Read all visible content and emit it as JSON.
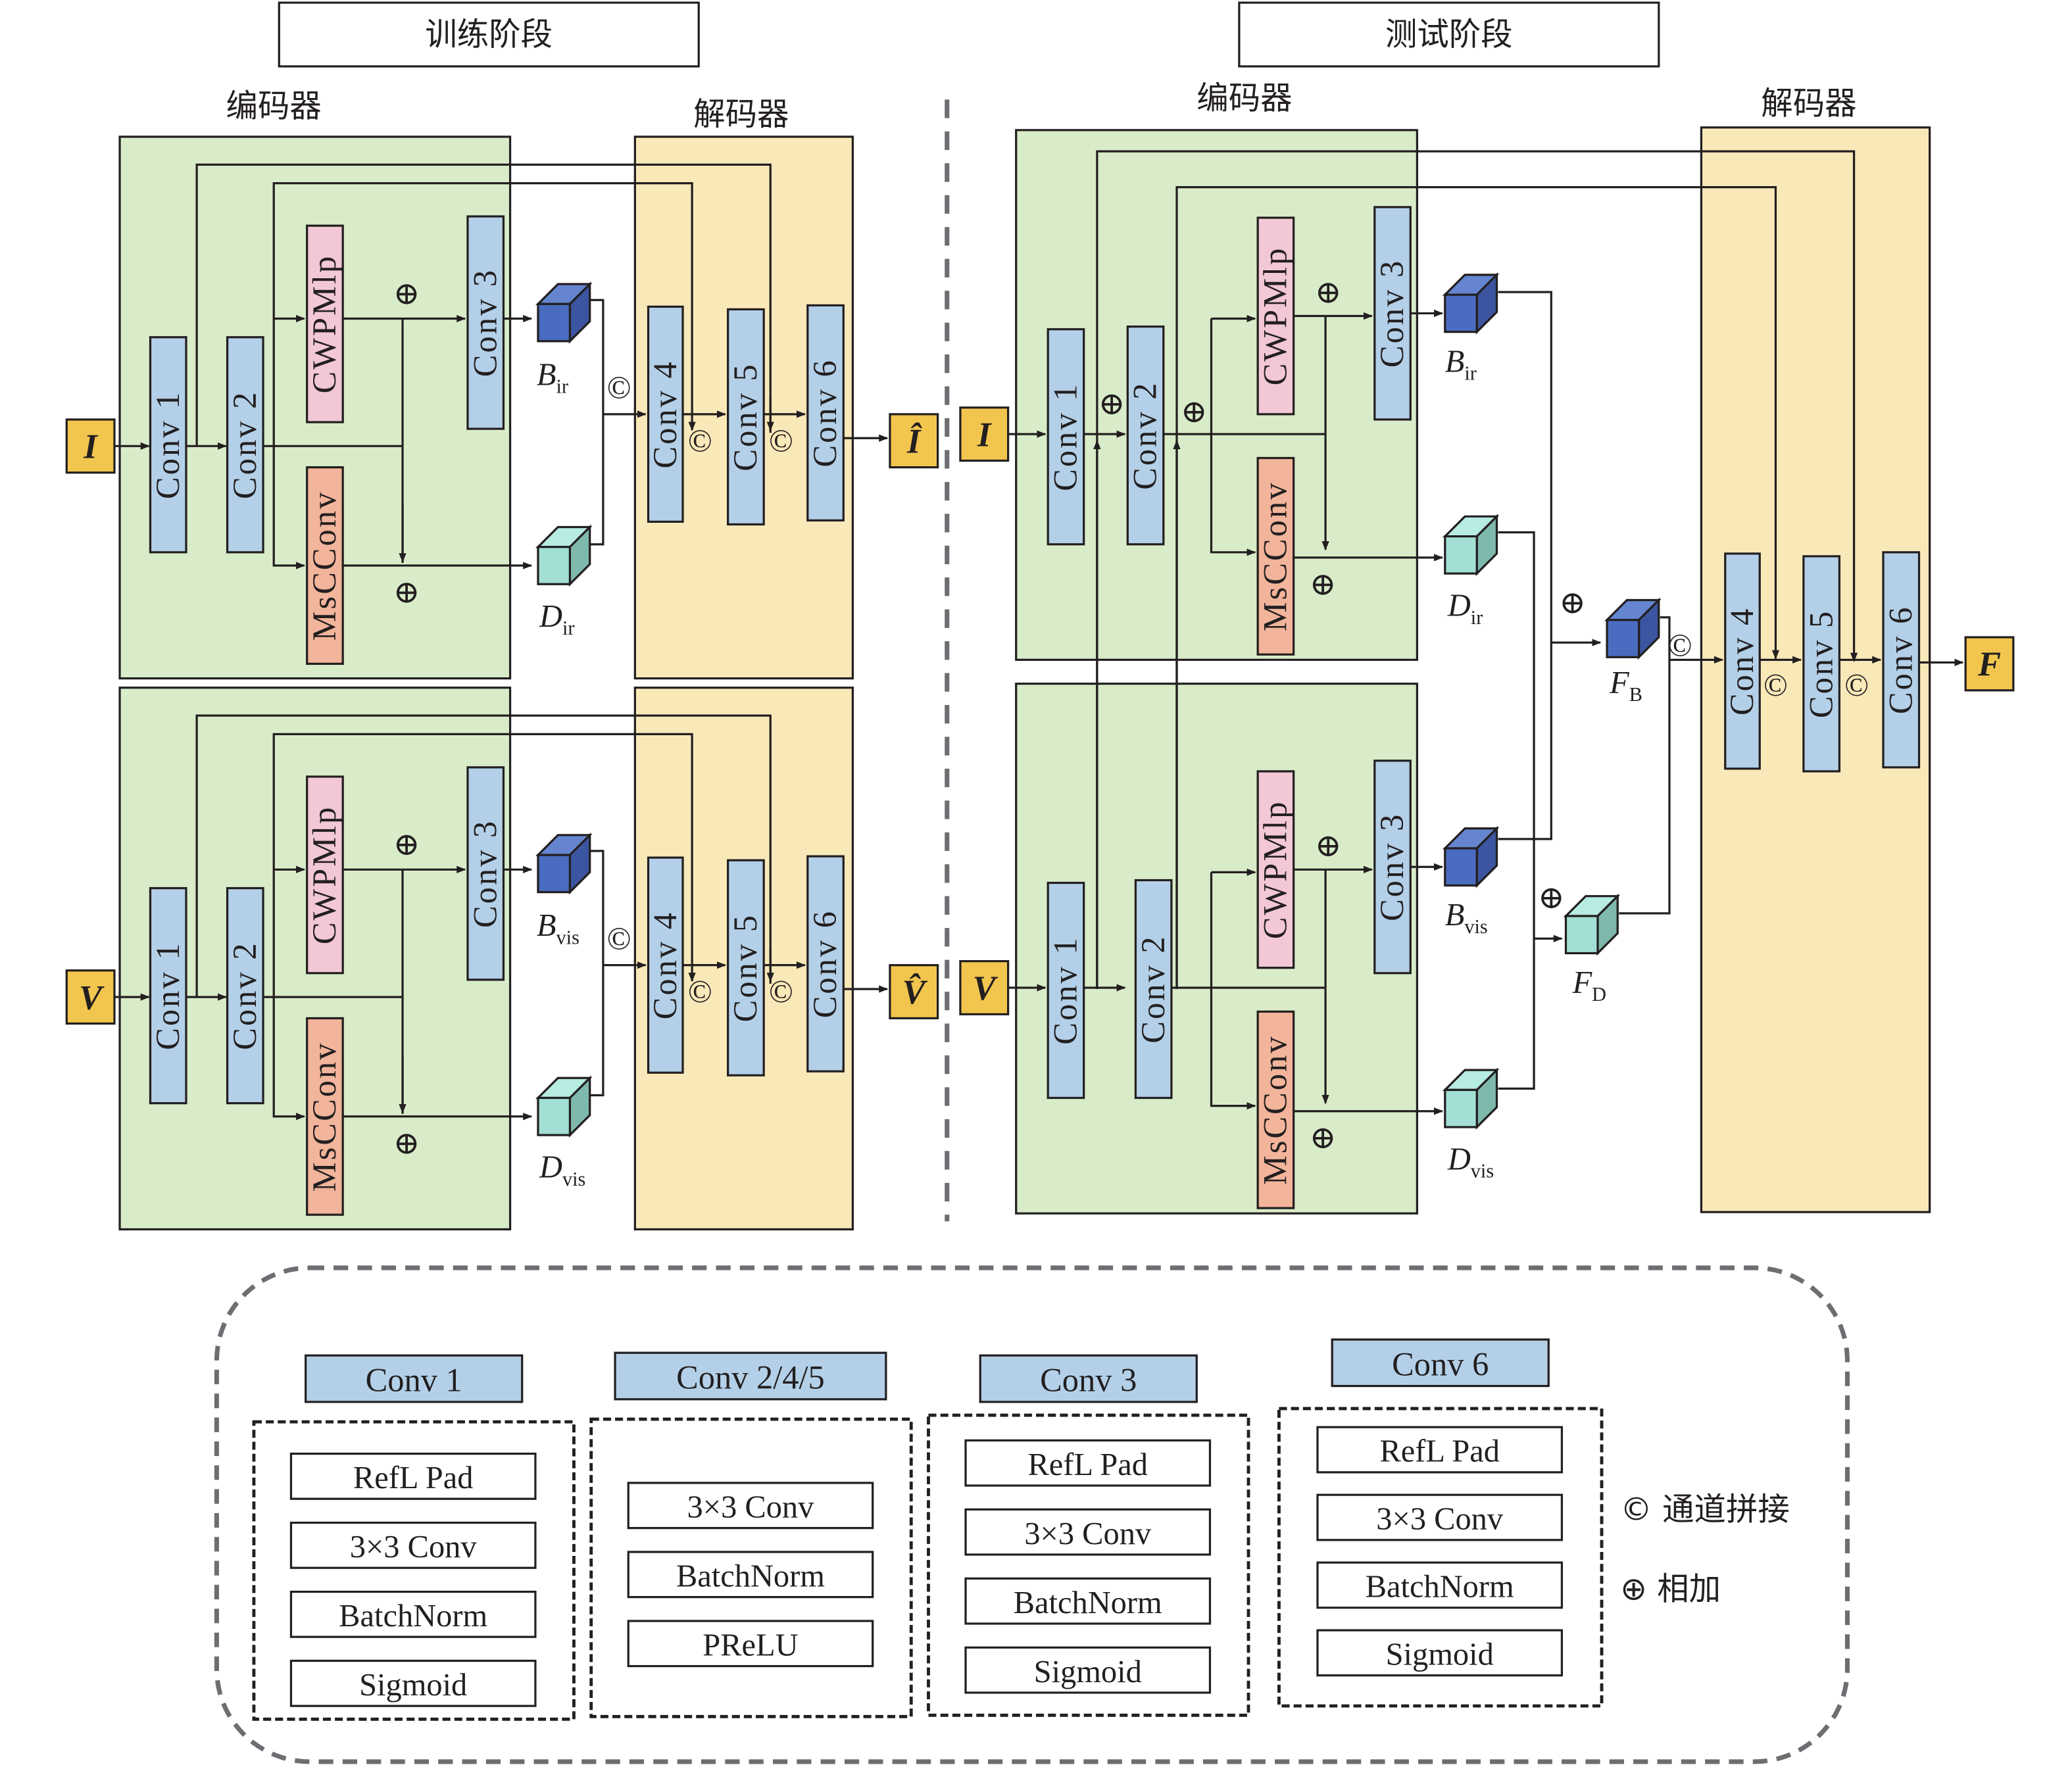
{
  "stages": {
    "train": "训练阶段",
    "test": "测试阶段"
  },
  "sections": {
    "encoder": "编码器",
    "decoder": "解码器"
  },
  "blocks": {
    "conv1": "Conv 1",
    "conv2": "Conv 2",
    "conv3": "Conv 3",
    "conv4": "Conv 4",
    "conv5": "Conv 5",
    "conv6": "Conv 6",
    "cwpmlp": "CWPMlp",
    "msconv": "MsCConv"
  },
  "inputs": {
    "ir": "I",
    "vis": "V",
    "ir_hat": "Î",
    "vis_hat": "V̂",
    "fused": "F"
  },
  "features": {
    "b_ir": {
      "main": "B",
      "sub": "ir"
    },
    "d_ir": {
      "main": "D",
      "sub": "ir"
    },
    "b_vis": {
      "main": "B",
      "sub": "vis"
    },
    "d_vis": {
      "main": "D",
      "sub": "vis"
    },
    "f_b": {
      "main": "F",
      "sub": "B"
    },
    "f_d": {
      "main": "F",
      "sub": "D"
    }
  },
  "symbols": {
    "concat": "©",
    "add": "⊕"
  },
  "legend": {
    "groups": [
      {
        "title": "Conv 1",
        "layers": [
          "RefL Pad",
          "3×3 Conv",
          "BatchNorm",
          "Sigmoid"
        ]
      },
      {
        "title": "Conv 2/4/5",
        "layers": [
          "3×3 Conv",
          "BatchNorm",
          "PReLU"
        ]
      },
      {
        "title": "Conv 3",
        "layers": [
          "RefL Pad",
          "3×3 Conv",
          "BatchNorm",
          "Sigmoid"
        ]
      },
      {
        "title": "Conv 6",
        "layers": [
          "RefL Pad",
          "3×3 Conv",
          "BatchNorm",
          "Sigmoid"
        ]
      }
    ],
    "concat_label": "© 通道拼接",
    "add_label": "⊕ 相加"
  },
  "colors": {
    "encoder_bg": "#d9ecc9",
    "decoder_bg": "#f9e9b9",
    "conv_blue": "#b3d0e8",
    "cwpmlp_pink": "#f2c7d6",
    "msconv_salmon": "#f2b49a",
    "io_yellow": "#f2c64e",
    "cube_blue": "#4a6cc0",
    "cube_teal": "#a2dfd4",
    "dash_gray": "#6d6e71"
  }
}
